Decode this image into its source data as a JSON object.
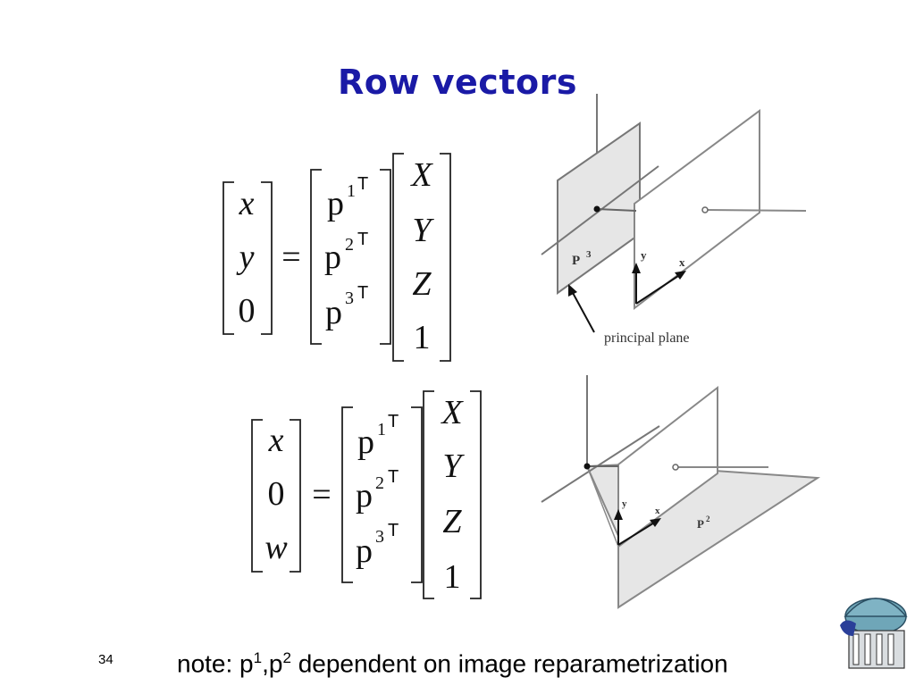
{
  "slide": {
    "title": "Row vectors",
    "number": "34",
    "note": {
      "prefix": "note: p",
      "sup1": "1",
      "comma": ",p",
      "sup2": "2",
      "suffix": " dependent on image reparametrization"
    }
  },
  "equation_top": {
    "lhs": [
      "x",
      "y",
      "0"
    ],
    "equals": "=",
    "rows": [
      {
        "p": "p",
        "idx": "1",
        "t": "T"
      },
      {
        "p": "p",
        "idx": "2",
        "t": "T"
      },
      {
        "p": "p",
        "idx": "3",
        "t": "T"
      }
    ],
    "vector": [
      "X",
      "Y",
      "Z",
      "1"
    ]
  },
  "equation_bottom": {
    "lhs": [
      "x",
      "0",
      "w"
    ],
    "equals": "=",
    "rows": [
      {
        "p": "p",
        "idx": "1",
        "t": "T"
      },
      {
        "p": "p",
        "idx": "2",
        "t": "T"
      },
      {
        "p": "p",
        "idx": "3",
        "t": "T"
      }
    ],
    "vector": [
      "X",
      "Y",
      "Z",
      "1"
    ]
  },
  "figure_top": {
    "plane_label": "P",
    "plane_sup": "3",
    "axis_y": "y",
    "axis_x": "x",
    "caption": "principal plane"
  },
  "figure_bottom": {
    "plane_label": "P",
    "plane_sup": "2",
    "axis_y": "y",
    "axis_x": "x"
  },
  "colors": {
    "title": "#1a1aa6",
    "plane_fill": "#e6e6e6",
    "line": "#555555"
  }
}
